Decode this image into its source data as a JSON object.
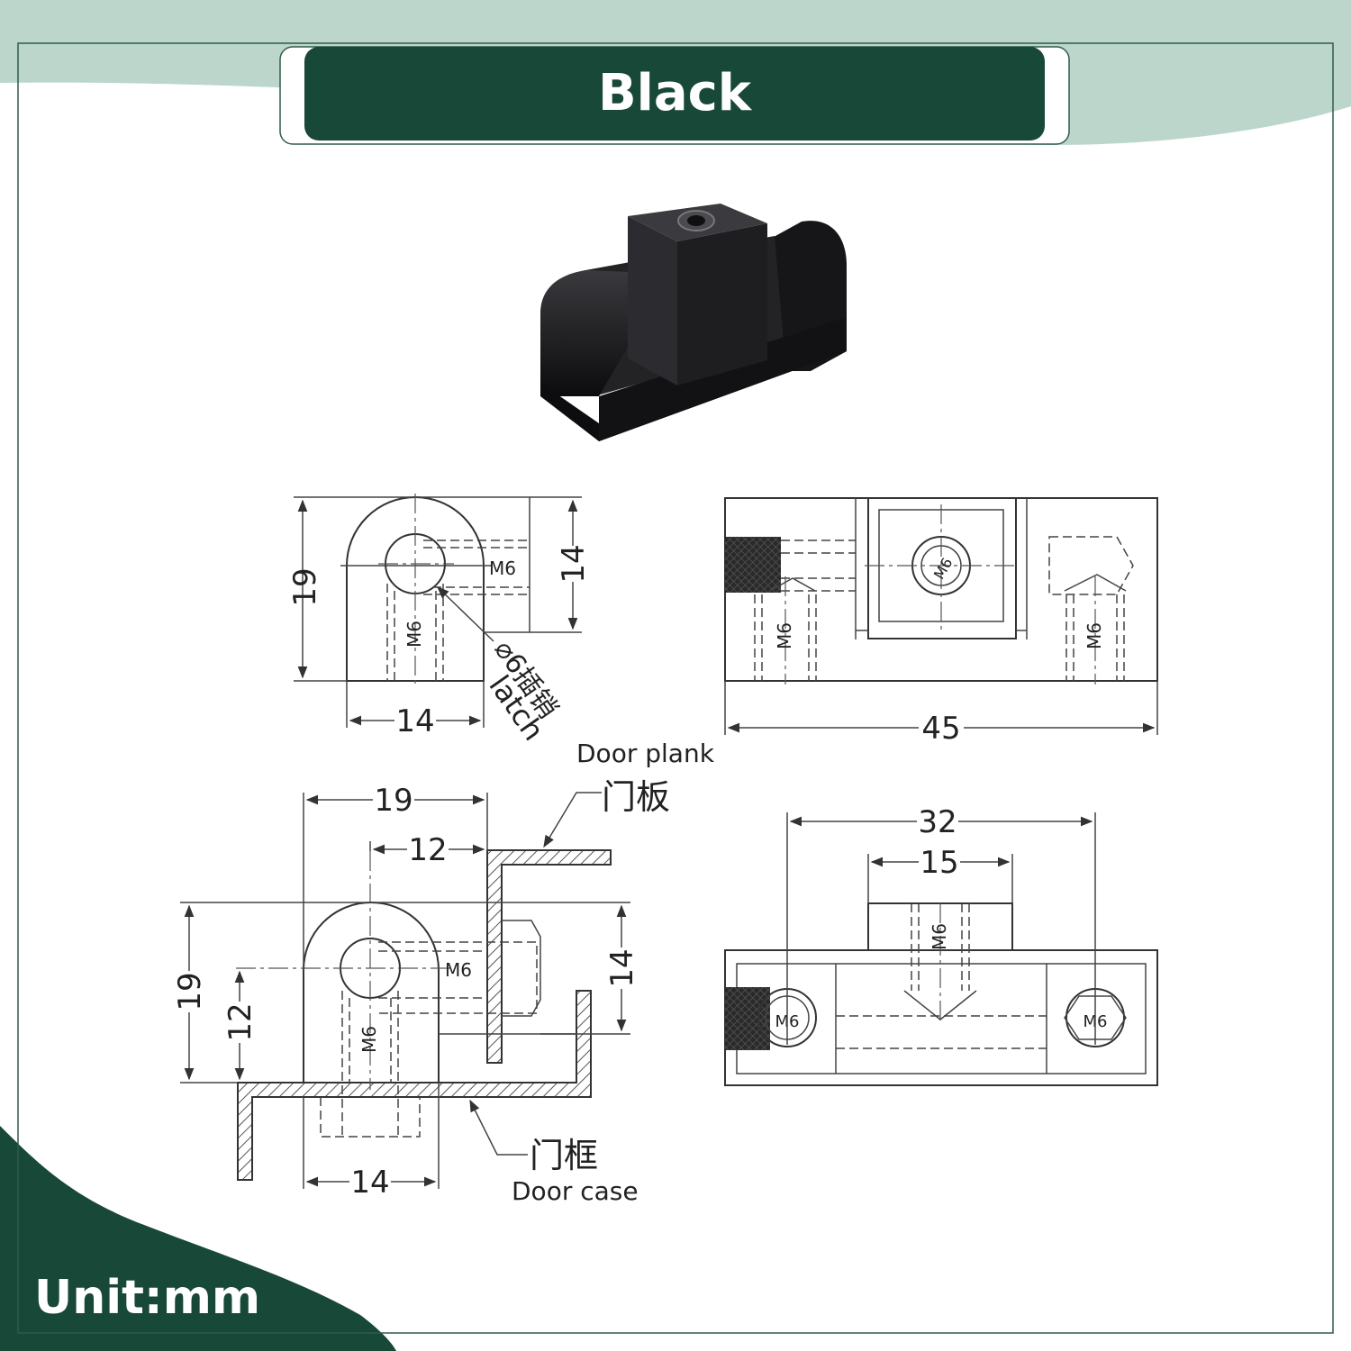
{
  "header": {
    "title": "Black"
  },
  "footer": {
    "unit": "Unit:mm"
  },
  "colors": {
    "green_dark": "#184837",
    "green_light": "#bcd6cc",
    "metal": "#1b1b1d"
  },
  "dims": {
    "front_height": "19",
    "front_width": "14",
    "front_right_height": "14",
    "pin_label": "⌀6插销",
    "pin_label_en": "latch",
    "thread": "M6",
    "top_length": "45",
    "install_width": "19",
    "install_offset": "12",
    "install_height": "19",
    "install_pin_height": "12",
    "install_right_height": "14",
    "install_base_width": "14",
    "bottom_overall": "32",
    "bottom_center": "15"
  },
  "labels": {
    "door_plank_en": "Door plank",
    "door_plank_cn": "门板",
    "door_case_cn": "门框",
    "door_case_en": "Door case"
  }
}
